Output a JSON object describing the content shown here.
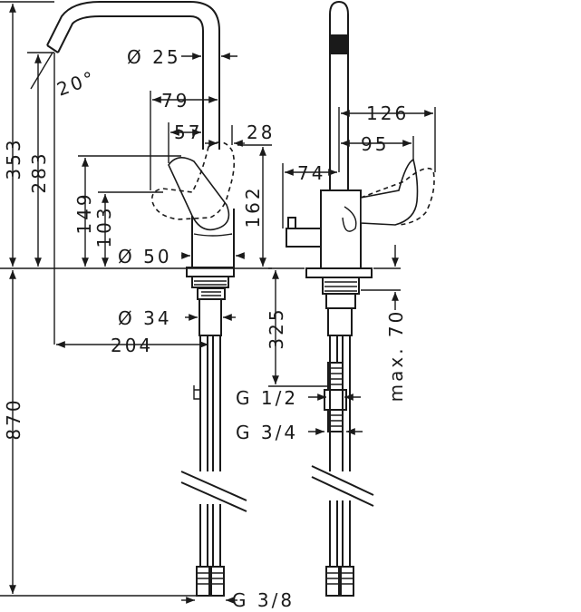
{
  "drawing": {
    "left_view": {
      "spout_angle": "20°",
      "spout_diameter": "Ø 25",
      "height_total": "353",
      "height_outlet": "283",
      "reach_handle_79": "79",
      "reach_57": "57",
      "width_28": "28",
      "height_149": "149",
      "height_103": "103",
      "height_162": "162",
      "base_diameter": "Ø 50",
      "shank_diameter": "Ø 34",
      "projection": "204",
      "hose_length": "870",
      "hose_thread": "G 3/8"
    },
    "right_view": {
      "handle_swing_126": "126",
      "handle_95": "95",
      "offset_74": "74",
      "mount_depth": "325",
      "max_thickness": "max. 70",
      "thread_half": "G 1/2",
      "thread_three_quarter": "G 3/4"
    }
  }
}
